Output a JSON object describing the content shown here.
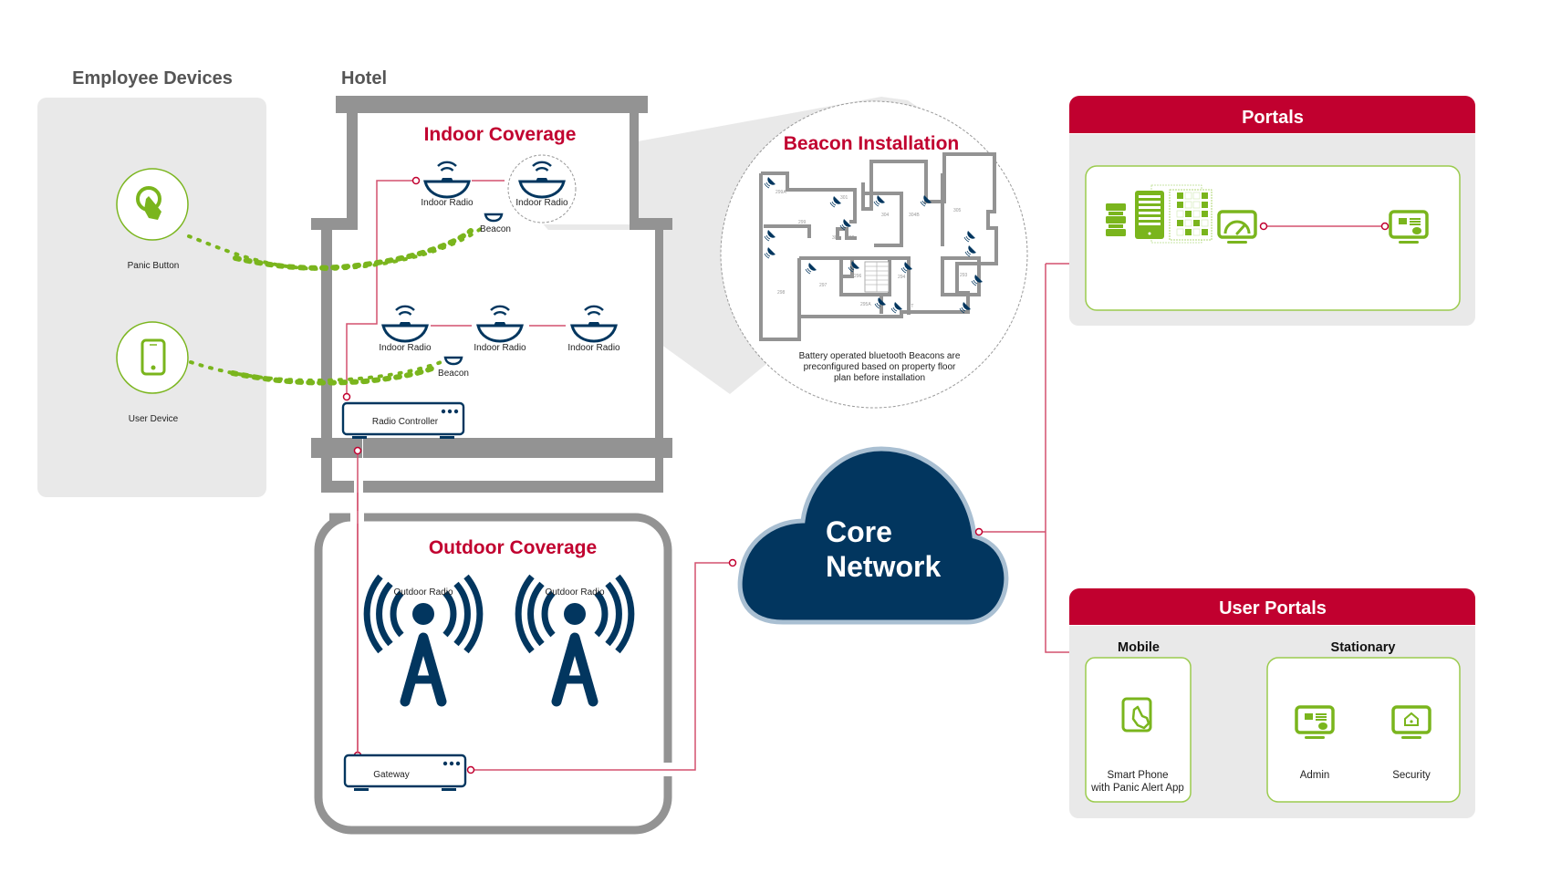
{
  "colors": {
    "accent_red": "#c1002f",
    "navy": "#02365f",
    "green": "#7ab51d",
    "wall_gray": "#939393",
    "panel_gray": "#e9e9e9",
    "link_pink": "#d4506f"
  },
  "employee_devices": {
    "title": "Employee Devices",
    "devices": [
      {
        "label": "Panic Button",
        "icon": "hand-tap-icon"
      },
      {
        "label": "User Device",
        "icon": "smartphone-icon"
      }
    ]
  },
  "hotel": {
    "title": "Hotel",
    "indoor": {
      "title": "Indoor Coverage",
      "upper_radios": [
        "Indoor Radio",
        "Indoor Radio"
      ],
      "upper_beacon": "Beacon",
      "lower_radios": [
        "Indoor Radio",
        "Indoor Radio",
        "Indoor Radio"
      ],
      "lower_beacon": "Beacon",
      "controller": "Radio Controller"
    }
  },
  "beacon_installation": {
    "title": "Beacon Installation",
    "caption_lines": [
      "Battery operated bluetooth Beacons are",
      "preconfigured based on property floor",
      "plan before installation"
    ],
    "rooms": [
      "299A",
      "299",
      "301",
      "302",
      "303",
      "304",
      "304B",
      "305",
      "298",
      "297",
      "296",
      "295A",
      "294",
      "IT",
      "293"
    ]
  },
  "outdoor": {
    "title": "Outdoor Coverage",
    "radios": [
      "Outdoor Radio",
      "Outdoor Radio"
    ],
    "gateway": "Gateway"
  },
  "core_network": {
    "line1": "Core",
    "line2": "Network"
  },
  "portals": {
    "title": "Portals",
    "icons": [
      "database-icon",
      "server-icon",
      "grid-icon",
      "dashboard-monitor-icon",
      "admin-monitor-icon"
    ]
  },
  "user_portals": {
    "title": "User Portals",
    "mobile": {
      "heading": "Mobile",
      "items": [
        {
          "label_line1": "Smart Phone",
          "label_line2": "with Panic Alert App"
        }
      ]
    },
    "stationary": {
      "heading": "Stationary",
      "items": [
        {
          "label": "Admin"
        },
        {
          "label": "Security"
        }
      ]
    }
  }
}
